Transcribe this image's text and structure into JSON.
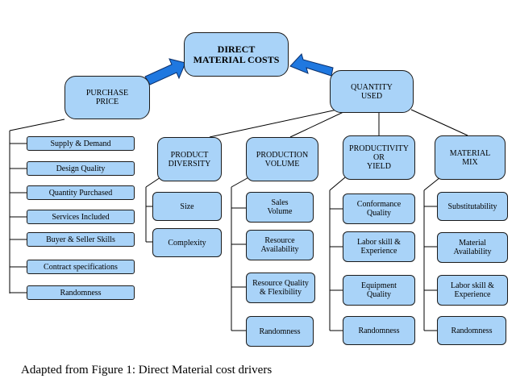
{
  "root": {
    "label": "DIRECT\nMATERIAL COSTS"
  },
  "purchase_price": {
    "label": "PURCHASE\nPRICE",
    "drivers": [
      "Supply & Demand",
      "Design Quality",
      "Quantity Purchased",
      "Services Included",
      "Buyer & Seller Skills",
      "Contract specifications",
      "Randomness"
    ]
  },
  "quantity_used": {
    "label": "QUANTITY\nUSED",
    "categories": [
      {
        "label": "PRODUCT\nDIVERSITY",
        "drivers": [
          "Size",
          "Complexity"
        ]
      },
      {
        "label": "PRODUCTION\nVOLUME",
        "drivers": [
          "Sales\nVolume",
          "Resource\nAvailability",
          "Resource Quality\n& Flexibility",
          "Randomness"
        ]
      },
      {
        "label": "PRODUCTIVITY\nOR\nYIELD",
        "drivers": [
          "Conformance\nQuality",
          "Labor skill &\nExperience",
          "Equipment\nQuality",
          "Randomness"
        ]
      },
      {
        "label": "MATERIAL\nMIX",
        "drivers": [
          "Substitutability",
          "Material\nAvailability",
          "Labor skill &\nExperience",
          "Randomness"
        ]
      }
    ]
  },
  "caption": "Adapted from Figure 1: Direct Material cost drivers",
  "colors": {
    "box_fill": "#a9d3f8",
    "arrow_fill": "#1f78e0",
    "line": "#000000"
  }
}
